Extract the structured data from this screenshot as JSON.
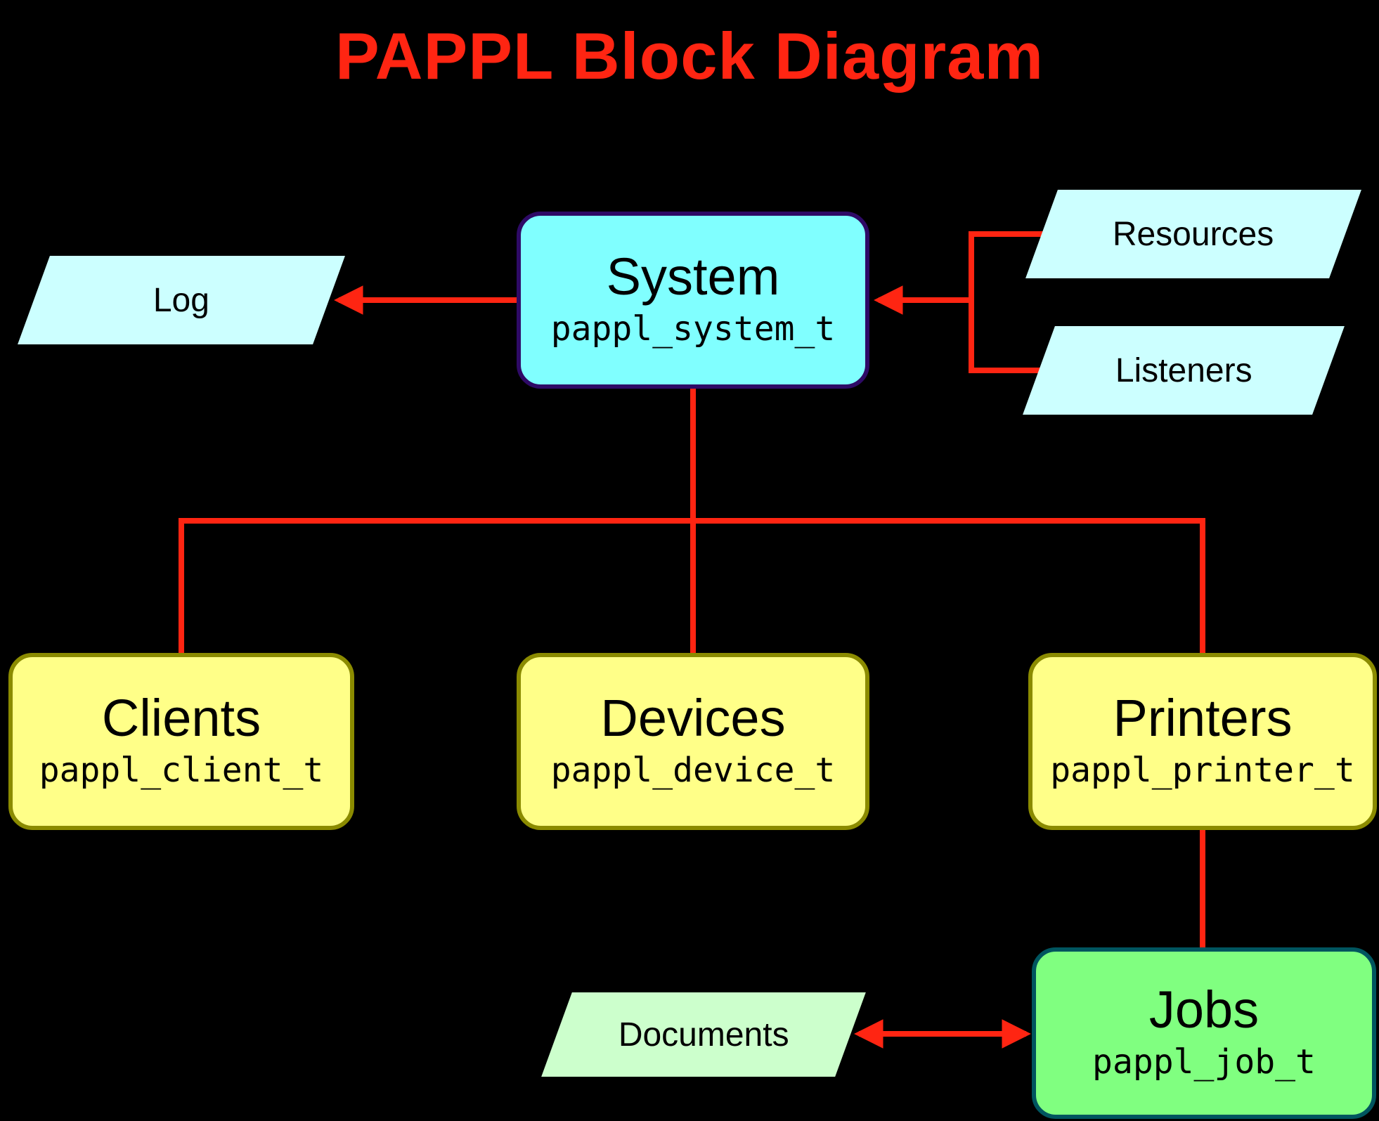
{
  "title": "PAPPL Block Diagram",
  "nodes": {
    "system": {
      "label": "System",
      "type": "pappl_system_t"
    },
    "log": {
      "label": "Log"
    },
    "resources": {
      "label": "Resources"
    },
    "listeners": {
      "label": "Listeners"
    },
    "clients": {
      "label": "Clients",
      "type": "pappl_client_t"
    },
    "devices": {
      "label": "Devices",
      "type": "pappl_device_t"
    },
    "printers": {
      "label": "Printers",
      "type": "pappl_printer_t"
    },
    "jobs": {
      "label": "Jobs",
      "type": "pappl_job_t"
    },
    "documents": {
      "label": "Documents"
    }
  },
  "colors": {
    "background": "#000000",
    "line_red": "#ff2512",
    "title_red": "#ff2512",
    "system_fill": "#80ffff",
    "system_border": "#2e0a66",
    "module_fill": "#ffff88",
    "module_border": "#8b8b00",
    "jobs_fill": "#80ff80",
    "jobs_border": "#00555f",
    "io_cyan_fill": "#ccffff",
    "io_green_fill": "#ccffcc"
  },
  "edges": [
    {
      "from": "system",
      "to": "log",
      "arrow": "end"
    },
    {
      "from": "resources",
      "to": "system",
      "arrow": "end"
    },
    {
      "from": "listeners",
      "to": "system",
      "arrow": "end"
    },
    {
      "from": "system",
      "to": "clients",
      "arrow": "none"
    },
    {
      "from": "system",
      "to": "devices",
      "arrow": "none"
    },
    {
      "from": "system",
      "to": "printers",
      "arrow": "none"
    },
    {
      "from": "printers",
      "to": "jobs",
      "arrow": "none"
    },
    {
      "from": "documents",
      "to": "jobs",
      "arrow": "both"
    }
  ]
}
